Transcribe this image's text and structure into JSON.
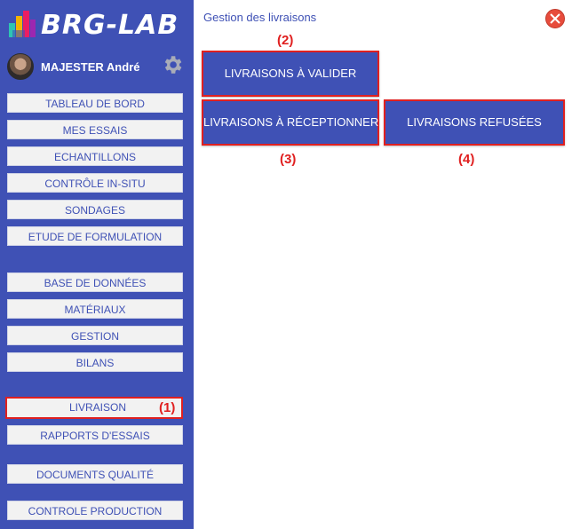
{
  "app": {
    "logo_text": "BRG-LAB"
  },
  "user": {
    "name": "MAJESTER André"
  },
  "icons": {
    "settings": "gear-icon",
    "close": "close-icon",
    "logo": "brg-lab-logo-icon"
  },
  "colors": {
    "sidebar": "#3f51b5",
    "button_bg": "#f2f2f2",
    "highlight": "#e02020",
    "close": "#e74c3c"
  },
  "sidebar": {
    "items": [
      {
        "label": "TABLEAU DE BORD"
      },
      {
        "label": "MES ESSAIS"
      },
      {
        "label": "ECHANTILLONS"
      },
      {
        "label": "CONTRÔLE IN-SITU"
      },
      {
        "label": "SONDAGES"
      },
      {
        "label": "ETUDE DE FORMULATION"
      },
      {
        "label": "BASE DE DONNÉES"
      },
      {
        "label": "MATÉRIAUX"
      },
      {
        "label": "GESTION"
      },
      {
        "label": "BILANS"
      },
      {
        "label": "LIVRAISON",
        "annotation": "(1)"
      },
      {
        "label": "RAPPORTS D'ESSAIS"
      },
      {
        "label": "DOCUMENTS QUALITÉ"
      },
      {
        "label": "CONTROLE PRODUCTION"
      }
    ]
  },
  "main": {
    "title": "Gestion des livraisons",
    "buttons": [
      {
        "label": "LIVRAISONS À VALIDER",
        "annotation": "(2)"
      },
      {
        "label": "LIVRAISONS À RÉCEPTIONNER",
        "annotation": "(3)"
      },
      {
        "label": "LIVRAISONS REFUSÉES",
        "annotation": "(4)"
      }
    ]
  }
}
